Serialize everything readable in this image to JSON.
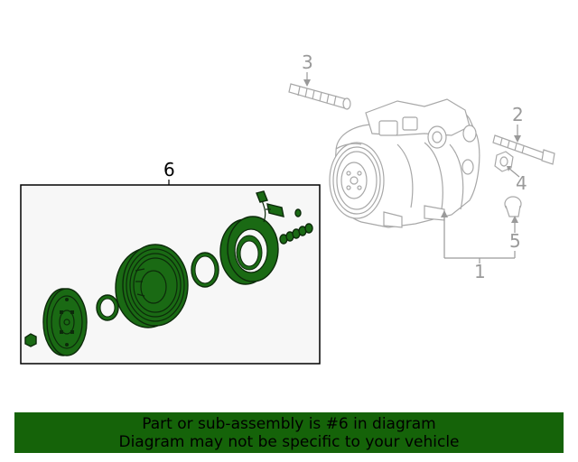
{
  "callouts": {
    "c1": "1",
    "c2": "2",
    "c3": "3",
    "c4": "4",
    "c5": "5",
    "c6": "6"
  },
  "banner": {
    "line1": "Part or sub-assembly is #6 in diagram",
    "line2": "Diagram may not be specific to your vehicle"
  },
  "colors": {
    "highlight": "#1a6a14",
    "banner_bg": "#156309",
    "ghost_lines": "#a8a8a8"
  }
}
